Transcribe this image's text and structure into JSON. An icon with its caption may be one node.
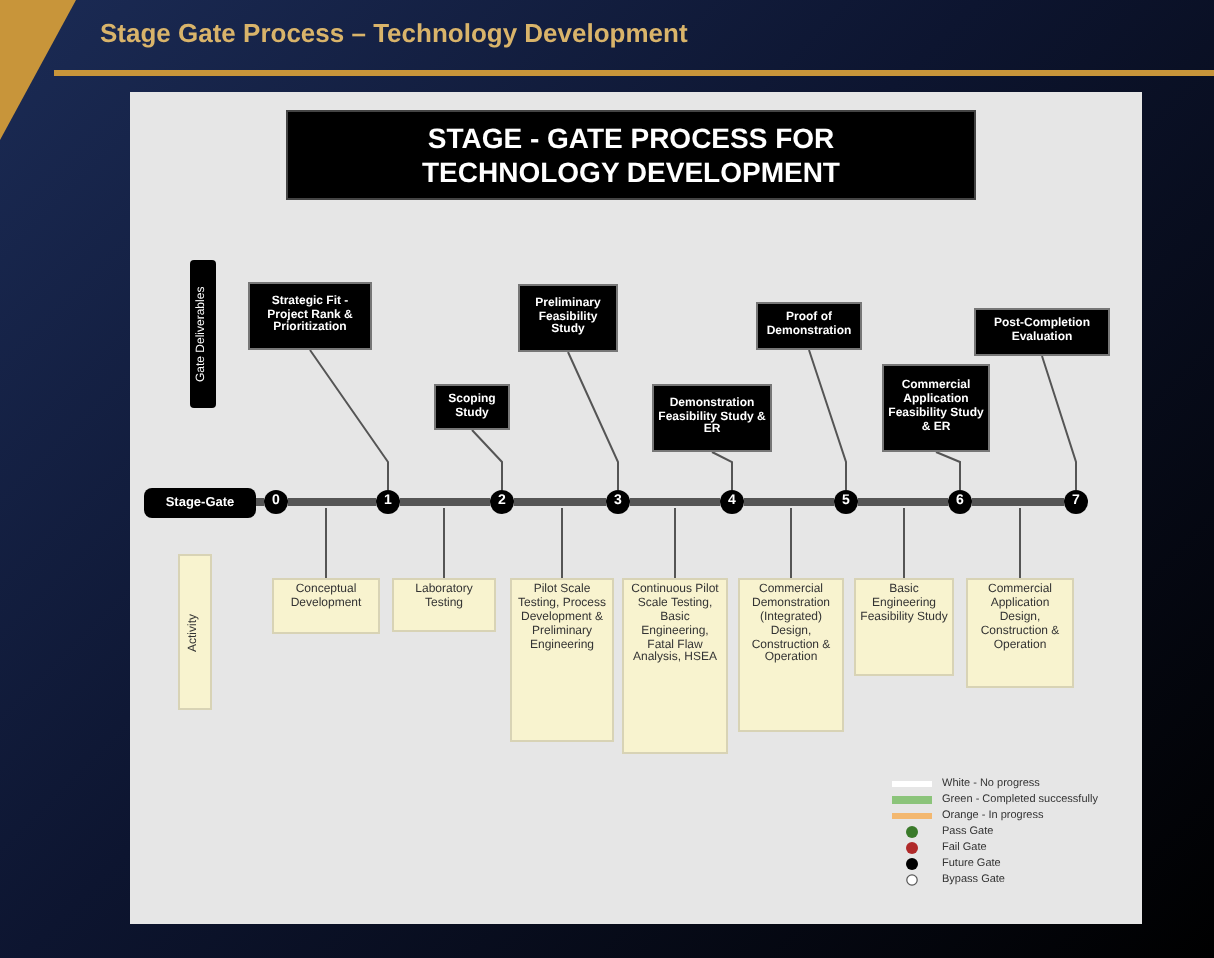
{
  "diagram": {
    "title": "Stage Gate Process – Technology Development",
    "nodes": [
      {
        "text": [
          "STAGE - GATE PROCESS FOR TECHNOLOGY DEVELOPMENT"
        ]
      },
      {
        "text": [
          "Gate Deliverables"
        ]
      },
      {
        "text": [
          "Stage-Gate"
        ]
      },
      {
        "text": [
          "Activity"
        ]
      },
      {
        "text": [
          "0"
        ]
      },
      {
        "text": [
          "1"
        ]
      },
      {
        "text": [
          "2"
        ]
      },
      {
        "text": [
          "3"
        ]
      },
      {
        "text": [
          "4"
        ]
      },
      {
        "text": [
          "5"
        ]
      },
      {
        "text": [
          "6"
        ]
      },
      {
        "text": [
          "7"
        ]
      },
      {
        "text": [
          "Strategic Fit - Project Rank & Prioritization"
        ]
      },
      {
        "text": [
          "Scoping Study"
        ]
      },
      {
        "text": [
          "Preliminary Feasibility Study"
        ]
      },
      {
        "text": [
          "Demonstration Feasibility Study & ER"
        ]
      },
      {
        "text": [
          "Proof of Demonstration"
        ]
      },
      {
        "text": [
          "Commercial Application Feasibility Study & ER"
        ]
      },
      {
        "text": [
          "Post-Completion Evaluation"
        ]
      },
      {
        "text": [
          "Conceptual Development"
        ]
      },
      {
        "text": [
          "Laboratory Testing"
        ]
      },
      {
        "text": [
          "Pilot Scale Testing, Process Development & Preliminary Engineering"
        ]
      },
      {
        "text": [
          "Continuous Pilot Scale Testing, Basic Engineering, Fatal Flaw Analysis, HSEA"
        ]
      },
      {
        "text": [
          "Commercial Demonstration (Integrated) Design, Construction & Operation"
        ]
      },
      {
        "text": [
          "Basic Engineering Feasibility Study"
        ]
      },
      {
        "text": [
          "Commercial Application Design, Construction & Operation"
        ]
      }
    ],
    "edges": [
      {
        "from": 2,
        "to": 4,
        "arrow": "none",
        "style": "thick"
      },
      {
        "from": 4,
        "to": 5,
        "arrow": "none",
        "style": "thick"
      },
      {
        "from": 5,
        "to": 6,
        "arrow": "none",
        "style": "thick"
      },
      {
        "from": 6,
        "to": 7,
        "arrow": "none",
        "style": "thick"
      },
      {
        "from": 7,
        "to": 8,
        "arrow": "none",
        "style": "thick"
      },
      {
        "from": 8,
        "to": 9,
        "arrow": "none",
        "style": "thick"
      },
      {
        "from": 9,
        "to": 10,
        "arrow": "none",
        "style": "thick"
      },
      {
        "from": 10,
        "to": 11,
        "arrow": "none",
        "style": "thick"
      },
      {
        "from": 12,
        "to": 5,
        "arrow": "none"
      },
      {
        "from": 13,
        "to": 6,
        "arrow": "none"
      },
      {
        "from": 14,
        "to": 7,
        "arrow": "none"
      },
      {
        "from": 15,
        "to": 8,
        "arrow": "none"
      },
      {
        "from": 16,
        "to": 9,
        "arrow": "none"
      },
      {
        "from": 17,
        "to": 10,
        "arrow": "none"
      },
      {
        "from": 18,
        "to": 11,
        "arrow": "none"
      },
      {
        "from": null,
        "to": 19,
        "arrow": "none"
      },
      {
        "from": null,
        "to": 20,
        "arrow": "none"
      },
      {
        "from": null,
        "to": 21,
        "arrow": "none"
      },
      {
        "from": null,
        "to": 22,
        "arrow": "none"
      },
      {
        "from": null,
        "to": 23,
        "arrow": "none"
      },
      {
        "from": null,
        "to": 24,
        "arrow": "none"
      },
      {
        "from": null,
        "to": 25,
        "arrow": "none"
      }
    ],
    "legend": [
      {
        "text": "White - No progress"
      },
      {
        "text": "Green - Completed successfully"
      },
      {
        "text": "Orange - In progress"
      },
      {
        "text": "Pass Gate"
      },
      {
        "text": "Fail Gate"
      },
      {
        "text": "Future Gate"
      },
      {
        "text": "Bypass Gate"
      }
    ]
  }
}
